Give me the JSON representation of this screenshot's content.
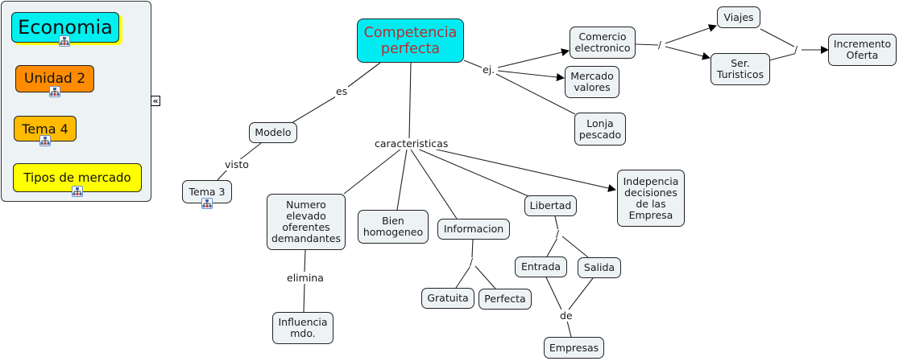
{
  "sidebar": {
    "items": [
      {
        "label": "Economia",
        "color": "#00f0f0",
        "shadow": "#ffff00"
      },
      {
        "label": "Unidad 2",
        "color": "#ff8c00"
      },
      {
        "label": "Tema 4",
        "color": "#ffbb00"
      },
      {
        "label": "Tipos de mercado",
        "color": "#ffff00"
      }
    ],
    "collapse_glyph": "«"
  },
  "map": {
    "main": "Competencia\nperfecta",
    "nodes": {
      "modelo": "Modelo",
      "tema3": "Tema 3",
      "comercio": "Comercio\nelectronico",
      "mercado": "Mercado\nvalores",
      "lonja": "Lonja\npescado",
      "viajes": "Viajes",
      "ser": "Ser.\nTuristicos",
      "incremento": "Incremento\nOferta",
      "numero": "Numero\nelevado\noferentes\ndemandantes",
      "bien": "Bien\nhomogeneo",
      "informacion": "Informacion",
      "libertad": "Libertad",
      "indepencia": "Indepencia\ndecisiones\nde las\nEmpresa",
      "influencia": "Influencia\nmdo.",
      "gratuita": "Gratuita",
      "perfecta": "Perfecta",
      "entrada": "Entrada",
      "salida": "Salida",
      "empresas": "Empresas"
    },
    "links": {
      "es": "es",
      "visto": "visto",
      "ej": "ej.",
      "caracteristicas": "caracteristicas",
      "elimina": "elimina",
      "de": "de",
      "slash": "/"
    }
  }
}
